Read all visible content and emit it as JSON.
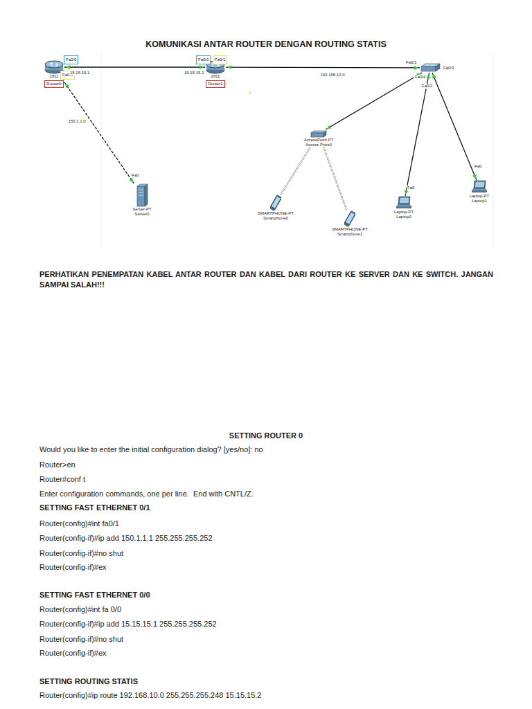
{
  "diagram": {
    "title": "KOMUNIKASI ANTAR ROUTER DENGAN ROUTING STATIS",
    "nodes": [
      {
        "text": [
          "2811",
          "Router0"
        ]
      },
      {
        "text": [
          "2811",
          "Router1"
        ]
      },
      {
        "text": [
          "Fa0/3"
        ]
      },
      {
        "text": [
          "AccessPoint-PT",
          "Access Point0"
        ]
      },
      {
        "text": [
          "SMARTPHONE-PT",
          "Smartphone0"
        ]
      },
      {
        "text": [
          "SMARTPHONE-PT",
          "Smartphone1"
        ]
      },
      {
        "text": [
          "Laptop-PT",
          "Laptop0"
        ]
      },
      {
        "text": [
          "Laptop-PT",
          "Laptop1"
        ]
      },
      {
        "text": [
          "Server-PT",
          "Server0"
        ]
      }
    ],
    "edges": [
      {
        "from": 0,
        "to": 1,
        "arrow": "none"
      },
      {
        "from": 1,
        "to": 2,
        "label": "192.168.10.0",
        "arrow": "none"
      },
      {
        "from": 0,
        "to": 8,
        "label": "150.1.1.0",
        "arrow": "none"
      },
      {
        "from": 2,
        "to": 3,
        "arrow": "none"
      },
      {
        "from": 2,
        "to": 6,
        "arrow": "none"
      },
      {
        "from": 2,
        "to": 7,
        "arrow": "none"
      },
      {
        "from": 3,
        "to": 4,
        "arrow": "none"
      },
      {
        "from": 3,
        "to": 5,
        "arrow": "none"
      }
    ],
    "labels": [
      "Fa0/0",
      "Fa0/1",
      "15.15.15.1",
      "Fa0/0",
      "Fa0/1",
      "15.15.15.2",
      "Fa0/1",
      "Fa0/4",
      "Fa0/2",
      "Fa0",
      "Fa0",
      "Fa0",
      "PERHATIKAN PENEMPATAN KABEL ANTAR ROUTER DAN KABEL DARI ROUTER KE SERVER DAN KE SWITCH. JANGAN SAMPAI SALAH!!!",
      "SETTING ROUTER 0",
      "Would you like to enter the initial configuration dialog? [yes/no]: no",
      "Router>en",
      "Router#conf t",
      "Enter configuration commands, one per line.  End with CNTL/Z.",
      "SETTING FAST ETHERNET 0/1",
      "Router(config)#int fa0/1",
      "Router(config-if)#ip add 150.1.1.1 255.255.255.252",
      "Router(config-if)#no shut",
      "Router(config-if)#ex",
      "SETTING FAST ETHERNET 0/0",
      "Router(config)#int fa 0/0",
      "Router(config-if)#ip add 15.15.15.1 255.255.255.252",
      "Router(config-if)#no shut",
      "Router(config-if)#ex",
      "SETTING ROUTING STATIS",
      "Router(config)#ip route 192.168.10.0 255.255.255.248 15.15.15.2"
    ]
  }
}
